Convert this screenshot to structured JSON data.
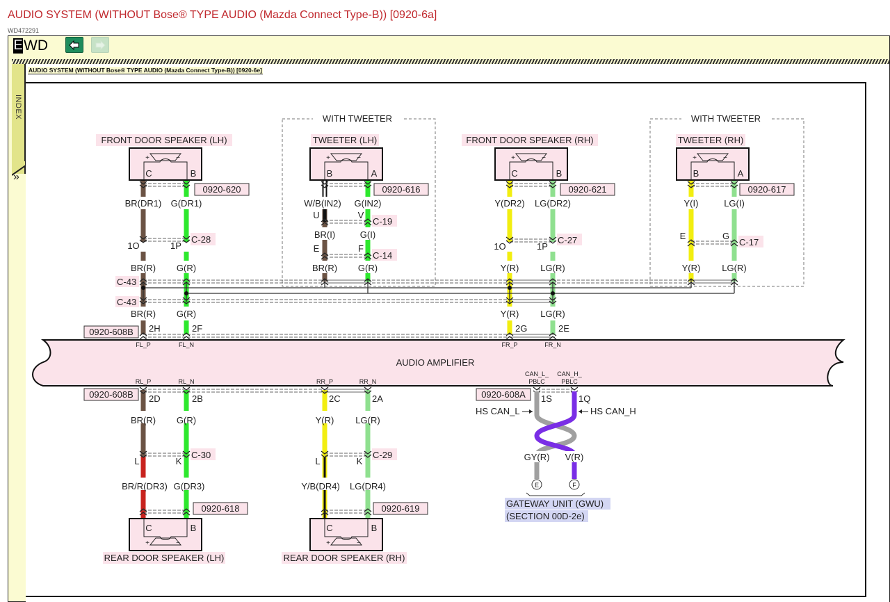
{
  "page": {
    "title": "AUDIO SYSTEM (WITHOUT Bose® TYPE AUDIO (Mazda Connect Type-B)) [0920-6a]",
    "doc_id": "WD472291"
  },
  "toolbar": {
    "logo_initial": "E",
    "logo_rest": "WD",
    "back_icon": "arrow-left-icon",
    "forward_icon": "arrow-right-icon"
  },
  "sidebar": {
    "index_label": "INDEX",
    "expand_glyph": "»"
  },
  "diagram": {
    "subtitle": "AUDIO SYSTEM (WITHOUT Bose® TYPE AUDIO (Mazda Connect Type-B)) [0920-6e]",
    "option_group_label": "WITH TWEETER",
    "amplifier": {
      "label": "AUDIO AMPLIFIER",
      "top_connector": "0920-608B",
      "bottom_connector_rear": "0920-608B",
      "bottom_connector_can": "0920-608A",
      "top_pins": [
        {
          "signal": "FL_P",
          "pin": "2H"
        },
        {
          "signal": "FL_N",
          "pin": "2F"
        },
        {
          "signal": "FR_P",
          "pin": "2G"
        },
        {
          "signal": "FR_N",
          "pin": "2E"
        }
      ],
      "bottom_pins": [
        {
          "signal": "RL_P",
          "pin": "2D"
        },
        {
          "signal": "RL_N",
          "pin": "2B"
        },
        {
          "signal": "RR_P",
          "pin": "2C"
        },
        {
          "signal": "RR_N",
          "pin": "2A"
        },
        {
          "signal_l1": "CAN_L_",
          "signal_l2": "PBLC",
          "pin": "1S"
        },
        {
          "signal_l1": "CAN_H_",
          "signal_l2": "PBLC",
          "pin": "1Q"
        }
      ]
    },
    "splice": {
      "label_top": "C-43",
      "label_bottom": "C-43"
    },
    "components": {
      "front_lh": {
        "name": "FRONT DOOR SPEAKER (LH)",
        "connector": "0920-620",
        "terminals": [
          "C",
          "B"
        ],
        "plus": "+",
        "minus": "−",
        "wires_top": [
          "BR(DR1)",
          "G(DR1)"
        ],
        "joint": "C-28",
        "joint_pins": [
          "1O",
          "1P"
        ],
        "wires_mid": [
          "BR(R)",
          "G(R)"
        ],
        "wires_low": [
          "BR(R)",
          "G(R)"
        ]
      },
      "tweeter_lh": {
        "name": "TWEETER (LH)",
        "connector": "0920-616",
        "terminals": [
          "B",
          "A"
        ],
        "plus": "+",
        "minus": "−",
        "wires_top": [
          "W/B(IN2)",
          "G(IN2)"
        ],
        "joint1": "C-19",
        "joint1_pins": [
          "U",
          "V"
        ],
        "wires_mid": [
          "BR(I)",
          "G(I)"
        ],
        "joint2": "C-14",
        "joint2_pins": [
          "E",
          "F"
        ],
        "wires_low": [
          "BR(R)",
          "G(R)"
        ]
      },
      "front_rh": {
        "name": "FRONT DOOR SPEAKER (RH)",
        "connector": "0920-621",
        "terminals": [
          "C",
          "B"
        ],
        "plus": "+",
        "minus": "−",
        "wires_top": [
          "Y(DR2)",
          "LG(DR2)"
        ],
        "joint": "C-27",
        "joint_pins": [
          "1O",
          "1P"
        ],
        "wires_mid": [
          "Y(R)",
          "LG(R)"
        ],
        "wires_low": [
          "Y(R)",
          "LG(R)"
        ]
      },
      "tweeter_rh": {
        "name": "TWEETER (RH)",
        "connector": "0920-617",
        "terminals": [
          "B",
          "A"
        ],
        "plus": "+",
        "minus": "−",
        "wires_top": [
          "Y(I)",
          "LG(I)"
        ],
        "joint": "C-17",
        "joint_pins": [
          "E",
          "G"
        ],
        "wires_mid": [
          "Y(R)",
          "LG(R)"
        ]
      },
      "rear_lh": {
        "name": "REAR DOOR SPEAKER (LH)",
        "connector": "0920-618",
        "terminals": [
          "C",
          "B"
        ],
        "plus": "+",
        "minus": "−",
        "wires_top": [
          "BR(R)",
          "G(R)"
        ],
        "joint": "C-30",
        "joint_pins": [
          "L",
          "K"
        ],
        "wires_bottom": [
          "BR/R(DR3)",
          "G(DR3)"
        ]
      },
      "rear_rh": {
        "name": "REAR DOOR SPEAKER (RH)",
        "connector": "0920-619",
        "terminals": [
          "C",
          "B"
        ],
        "plus": "+",
        "minus": "−",
        "wires_top": [
          "Y(R)",
          "LG(R)"
        ],
        "joint": "C-29",
        "joint_pins": [
          "L",
          "K"
        ],
        "wires_bottom": [
          "Y/B(DR4)",
          "LG(DR4)"
        ]
      },
      "gateway": {
        "can_l_label": "HS CAN_L",
        "can_h_label": "HS CAN_H",
        "wires": [
          "GY(R)",
          "V(R)"
        ],
        "terminals": [
          "E",
          "F"
        ],
        "name": "GATEWAY UNIT (GWU)",
        "section": "(SECTION 00D-2e)"
      }
    },
    "wire_colors": {
      "BR": "#6b5344",
      "G": "#2de82d",
      "Y": "#f2ee10",
      "LG": "#8fe08f",
      "R": "#c8231e",
      "B": "#111111",
      "W": "#ffffff",
      "GY": "#a0a0a0",
      "V": "#7a2ee6"
    }
  }
}
